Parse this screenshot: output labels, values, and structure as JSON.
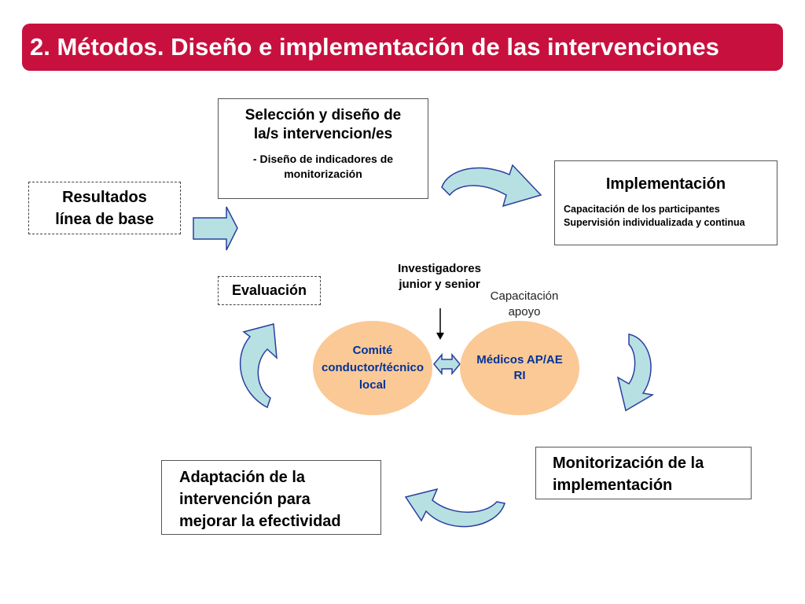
{
  "title": "2. Métodos. Diseño e implementación de las intervenciones",
  "seleccion": {
    "heading_line1": "Selección y diseño de",
    "heading_line2": "la/s intervencion/es",
    "sub_line1": "- Diseño de indicadores de",
    "sub_line2": "monitorización"
  },
  "implementacion": {
    "heading": "Implementación",
    "line1": "Capacitación de los participantes",
    "line2": "Supervisión individualizada y continua"
  },
  "resultados": {
    "line1": "Resultados",
    "line2": "línea de base"
  },
  "evaluacion": "Evaluación",
  "investigadores": {
    "line1": "Investigadores",
    "line2": "junior y senior"
  },
  "capacitacion": {
    "line1": "Capacitación",
    "line2": "apoyo"
  },
  "comite": {
    "line1": "Comité",
    "line2": "conductor/técnico",
    "line3": "local"
  },
  "medicos": {
    "line1": "Médicos AP/AE",
    "line2": "RI"
  },
  "monitorizacion": {
    "line1": "Monitorización de la",
    "line2": "implementación"
  },
  "adaptacion": {
    "line1": "Adaptación de la",
    "line2": "intervención para",
    "line3": "mejorar la efectividad"
  },
  "colors": {
    "title_bg": "#c8103e",
    "ellipse_fill": "#fbc995",
    "ellipse_text": "#003399",
    "arrow_fill": "#b7e0e3",
    "arrow_stroke": "#2a3f9d"
  }
}
